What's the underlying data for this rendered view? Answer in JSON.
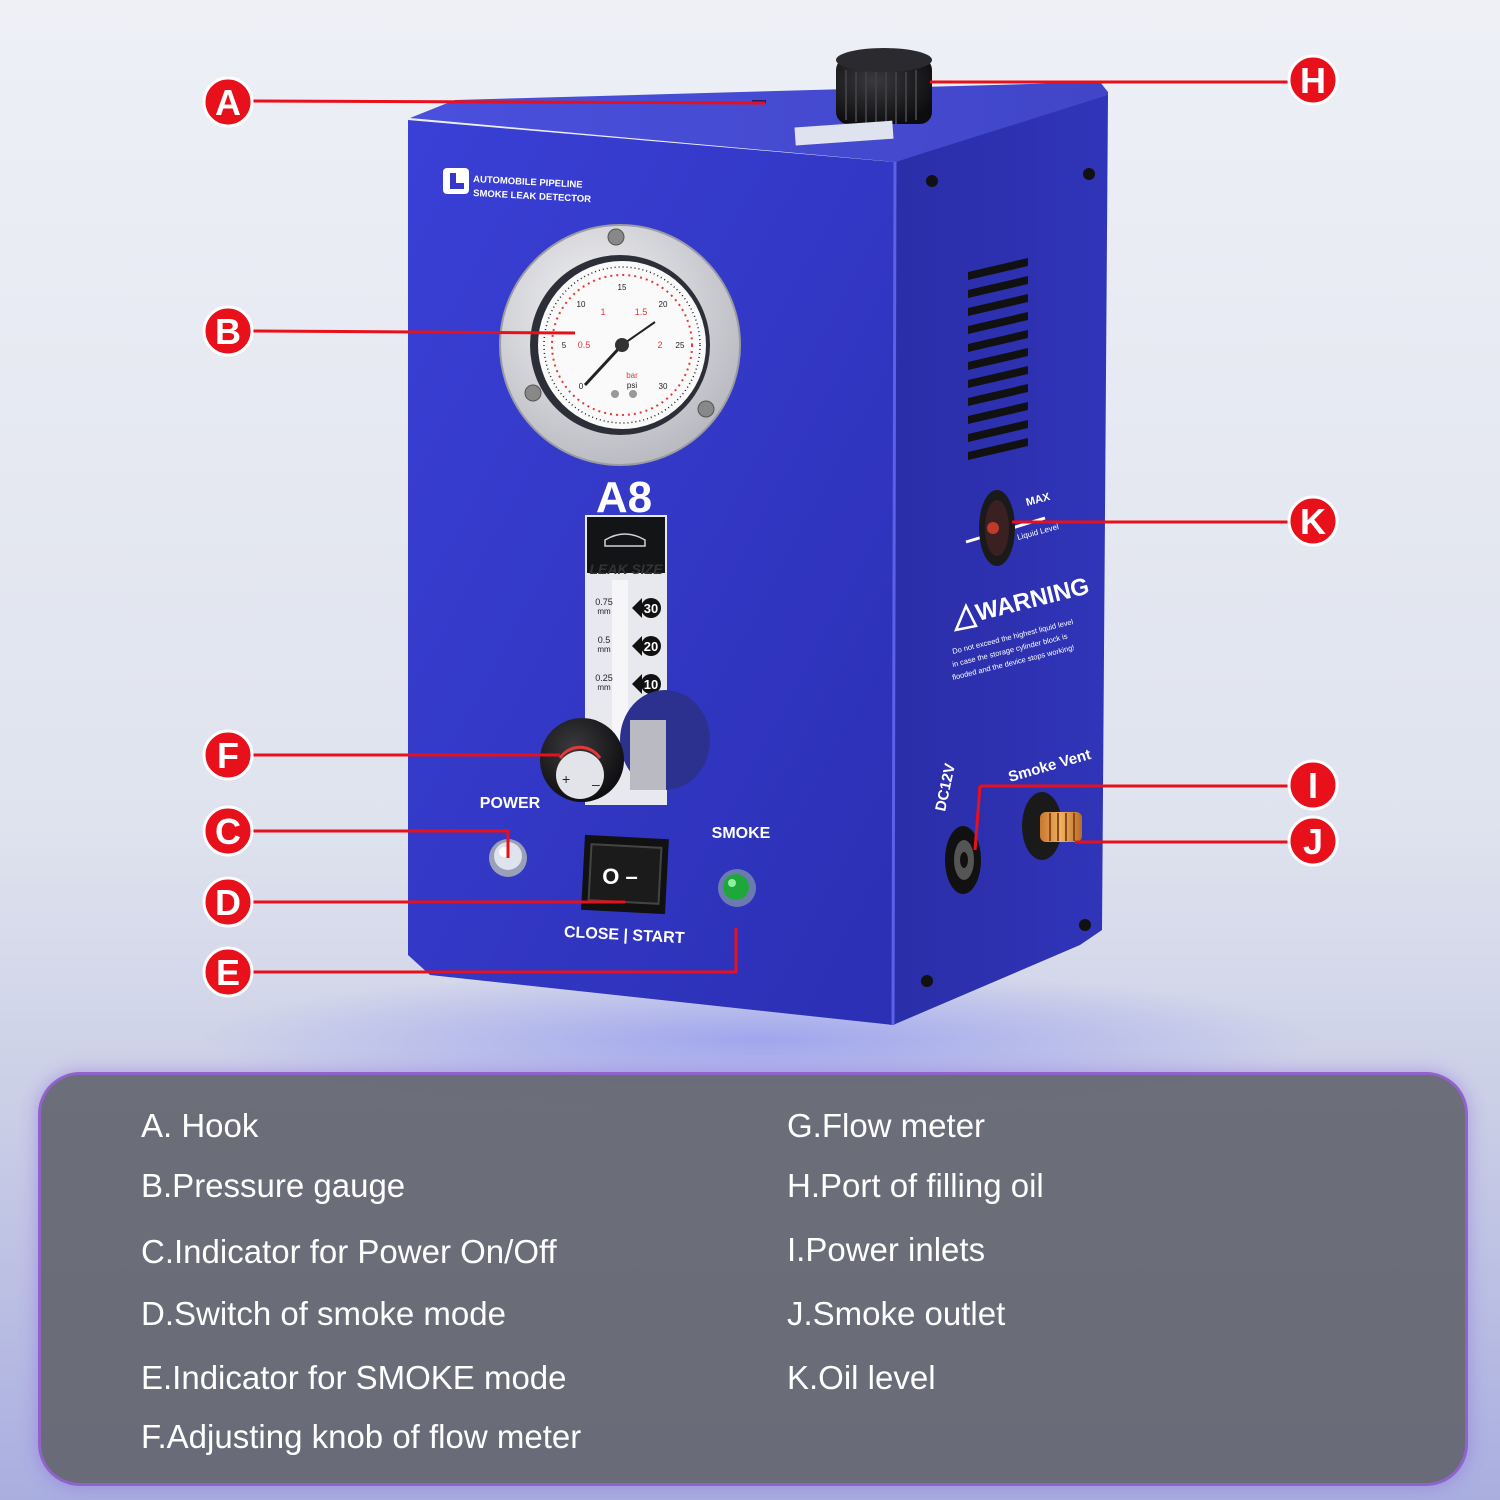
{
  "device": {
    "brand_line1": "AUTOMOBILE PIPELINE",
    "brand_line2": "SMOKE LEAK DETECTOR",
    "model": "A8",
    "leak_size_title": "LEAK SIZE",
    "leak_rows": [
      {
        "size": "0.75",
        "unit": "mm",
        "value": "30"
      },
      {
        "size": "0.5",
        "unit": "mm",
        "value": "20"
      },
      {
        "size": "0.25",
        "unit": "mm",
        "value": "10"
      }
    ],
    "power_label": "POWER",
    "smoke_label": "SMOKE",
    "switch_label": "CLOSE | START",
    "switch_symbols": "O –",
    "knob_plus": "+",
    "knob_minus": "–",
    "dc_label": "DC12V",
    "smoke_vent_label": "Smoke Vent",
    "max_label": "MAX",
    "liquid_level_label": "Liquid Level",
    "warning_title": "WARNING",
    "warning_lines": [
      "Do not exceed the highest liquid level",
      "in case the storage cylinder block is",
      "flooded and the device stops working!"
    ],
    "gauge": {
      "unit_bar": "bar",
      "unit_psi": "psi",
      "bar_ticks": [
        "0.5",
        "1",
        "1.5",
        "2"
      ],
      "psi_ticks": [
        "0",
        "5",
        "10",
        "15",
        "20",
        "25",
        "30"
      ]
    }
  },
  "markers": {
    "a": "A",
    "b": "B",
    "c": "C",
    "d": "D",
    "e": "E",
    "f": "F",
    "h": "H",
    "i": "I",
    "j": "J",
    "k": "K"
  },
  "legend": {
    "left": [
      "A. Hook",
      "B.Pressure gauge",
      "C.Indicator for Power On/Off",
      "D.Switch of smoke mode",
      "E.Indicator for SMOKE mode",
      "F.Adjusting knob of flow meter"
    ],
    "right": [
      "G.Flow meter",
      "H.Port of filling oil",
      "I.Power inlets",
      "J.Smoke outlet",
      "K.Oil level"
    ]
  },
  "colors": {
    "device_blue": "#3338c8",
    "marker_red": "#e8101a",
    "legend_bg": "#64666f"
  }
}
